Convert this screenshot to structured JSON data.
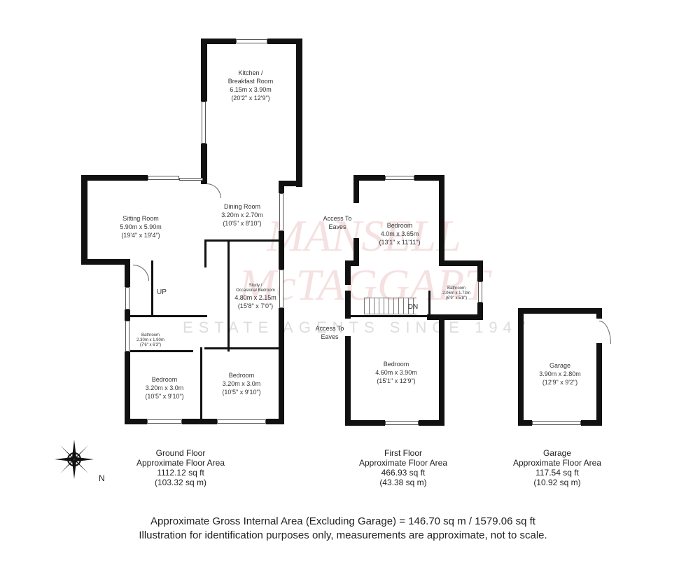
{
  "watermark": {
    "line1": "MANSELL",
    "line2": "McTAGGART",
    "line3": "ESTATE AGENTS SINCE 1947"
  },
  "ground_floor": {
    "rooms": [
      {
        "name": "Kitchen /",
        "name2": "Breakfast Room",
        "metric": "6.15m x 3.90m",
        "imperial": "(20'2\" x 12'9\")"
      },
      {
        "name": "Dining Room",
        "metric": "3.20m x 2.70m",
        "imperial": "(10'5\" x 8'10\")"
      },
      {
        "name": "Sitting Room",
        "metric": "5.90m x 5.90m",
        "imperial": "(19'4\" x 19'4\")"
      },
      {
        "name": "Study /",
        "name2": "Occasional Bedroom",
        "metric": "4.80m x 2.15m",
        "imperial": "(15'8\" x 7'0\")"
      },
      {
        "name": "Bathroom",
        "metric": "2.30m x 1.90m",
        "imperial": "(7'6\" x 6'3\")"
      },
      {
        "name": "Bedroom",
        "metric": "3.20m x 3.0m",
        "imperial": "(10'5\" x 9'10\")"
      },
      {
        "name": "Bedroom",
        "metric": "3.20m x 3.0m",
        "imperial": "(10'5\" x 9'10\")"
      }
    ],
    "stair_label": "UP",
    "caption": {
      "title": "Ground Floor",
      "subtitle": "Approximate Floor Area",
      "sqft": "1112.12 sq ft",
      "sqm": "(103.32 sq m)"
    }
  },
  "first_floor": {
    "rooms": [
      {
        "name": "Bedroom",
        "metric": "4.0m x 3.65m",
        "imperial": "(13'1\" x 11'11\")"
      },
      {
        "name": "Bathroom",
        "metric": "2.06m x 1.73m",
        "imperial": "(6'9\" x 5'8\")"
      },
      {
        "name": "Bedroom",
        "metric": "4.60m x 3.90m",
        "imperial": "(15'1\" x 12'9\")"
      }
    ],
    "eaves_top": {
      "line1": "Access To",
      "line2": "Eaves"
    },
    "eaves_bottom": {
      "line1": "Access To",
      "line2": "Eaves"
    },
    "stair_label": "DN",
    "caption": {
      "title": "First Floor",
      "subtitle": "Approximate Floor Area",
      "sqft": "466.93 sq ft",
      "sqm": "(43.38 sq m)"
    }
  },
  "garage": {
    "room": {
      "name": "Garage",
      "metric": "3.90m x 2.80m",
      "imperial": "(12'9\" x 9'2\")"
    },
    "caption": {
      "title": "Garage",
      "subtitle": "Approximate Floor Area",
      "sqft": "117.54 sq ft",
      "sqm": "(10.92 sq m)"
    }
  },
  "compass": {
    "icon": "compass-rose-icon",
    "label": "N"
  },
  "footer": {
    "line1": "Approximate Gross Internal Area (Excluding Garage) = 146.70 sq m / 1579.06 sq ft",
    "line2": "Illustration for identification purposes only, measurements are approximate, not to scale."
  },
  "colors": {
    "wall": "#111111",
    "watermark": "#d27878"
  }
}
